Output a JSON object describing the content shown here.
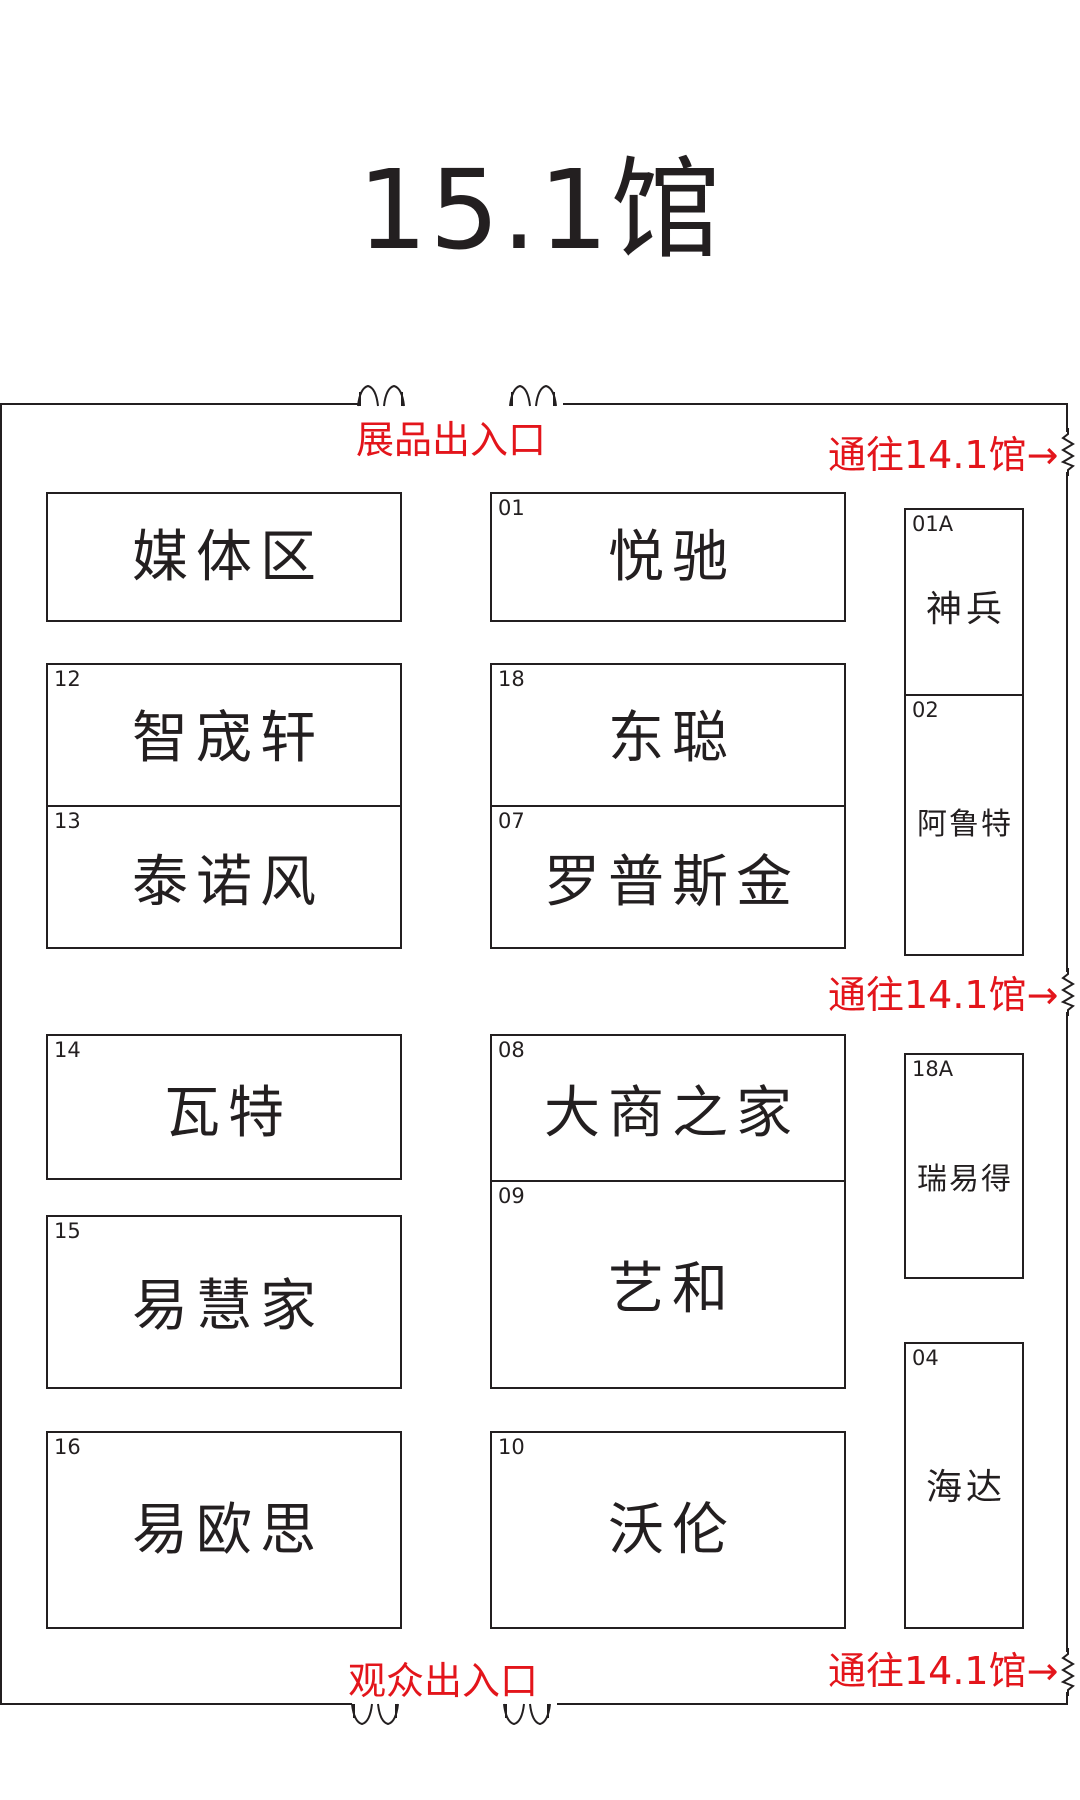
{
  "title": "15.1馆",
  "entrances": {
    "top": "展品出入口",
    "bottom": "观众出入口"
  },
  "passage_label": "通往14.1馆→",
  "booths": {
    "media": {
      "name": "媒体区"
    },
    "b01": {
      "number": "01",
      "name": "悦驰"
    },
    "b01a": {
      "number": "01A",
      "name": "神兵"
    },
    "b02": {
      "number": "02",
      "name": "阿鲁特"
    },
    "b12": {
      "number": "12",
      "name": "智宬轩"
    },
    "b18": {
      "number": "18",
      "name": "东聪"
    },
    "b13": {
      "number": "13",
      "name": "泰诺风"
    },
    "b07": {
      "number": "07",
      "name": "罗普斯金"
    },
    "b14": {
      "number": "14",
      "name": "瓦特"
    },
    "b08": {
      "number": "08",
      "name": "大商之家"
    },
    "b18a": {
      "number": "18A",
      "name": "瑞易得"
    },
    "b15": {
      "number": "15",
      "name": "易慧家"
    },
    "b09": {
      "number": "09",
      "name": "艺和"
    },
    "b04": {
      "number": "04",
      "name": "海达"
    },
    "b16": {
      "number": "16",
      "name": "易欧思"
    },
    "b10": {
      "number": "10",
      "name": "沃伦"
    }
  },
  "colors": {
    "line": "#231f20",
    "accent": "#e3151b",
    "background": "#ffffff"
  },
  "icons": [
    "door-symbol-icon",
    "wall-break-icon"
  ]
}
